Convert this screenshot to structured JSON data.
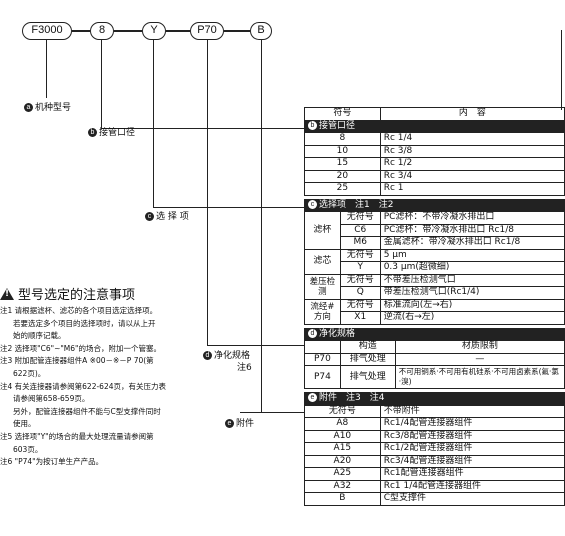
{
  "model_code": {
    "parts": [
      "F3000",
      "8",
      "Y",
      "P70",
      "B"
    ],
    "separator": "—"
  },
  "callouts": {
    "a": {
      "badge": "a",
      "label": "机种型号"
    },
    "b": {
      "badge": "b",
      "label": "接管口径"
    },
    "c": {
      "badge": "c",
      "label": "选 择 项"
    },
    "d": {
      "badge": "d",
      "label": "净化规格",
      "note": "注6"
    },
    "e": {
      "badge": "e",
      "label": "附件"
    }
  },
  "notes": {
    "title": "型号选定的注意事项",
    "items": [
      "注1 请根据滤杯、滤芯的各个项目选定选择项。",
      "若要选定多个项目的选择项时，请以从上开",
      "始的顺序记载。",
      "注2 选择项\"C6\"~\"M6\"的场合，附加一个管塞。",
      "注3 附加配管连接器组件A ※00－※－P 70(第",
      "622页)。",
      "注4 有关连接器请参阅第622-624页，有关压力表",
      "请参阅第658-659页。",
      "另外，配管连接器组件不能与C型支撑件同时",
      "使用。",
      "注5 选择项\"Y\"的场合的最大处理流量请参阅第",
      "603页。",
      "注6 \"P74\"为按订单生产产品。"
    ]
  },
  "table": {
    "header": {
      "symbol": "符号",
      "content": "内　容"
    },
    "section_b": {
      "title": "接管口径",
      "rows": [
        {
          "symbol": "8",
          "content": "Rc 1/4"
        },
        {
          "symbol": "10",
          "content": "Rc 3/8"
        },
        {
          "symbol": "15",
          "content": "Rc 1/2"
        },
        {
          "symbol": "20",
          "content": "Rc 3/4"
        },
        {
          "symbol": "25",
          "content": "Rc 1"
        }
      ]
    },
    "section_c": {
      "title": "选择项　注1　注2",
      "groups": [
        {
          "label": "滤杯",
          "rows": [
            {
              "symbol": "无符号",
              "content": "PC滤杯：不带冷凝水排出口"
            },
            {
              "symbol": "C6",
              "content": "PC滤杯：带冷凝水排出口 Rc1/8"
            },
            {
              "symbol": "M6",
              "content": "金属滤杯：带冷凝水排出口 Rc1/8"
            }
          ]
        },
        {
          "label": "滤芯",
          "rows": [
            {
              "symbol": "无符号",
              "content": "5 μm"
            },
            {
              "symbol": "Y",
              "content": "0.3 μm(超微细)"
            }
          ]
        },
        {
          "label": "差压检测",
          "rows": [
            {
              "symbol": "无符号",
              "content": "不带差压检测气口"
            },
            {
              "symbol": "Q",
              "content": "带差压检测气口(Rc1/4)"
            }
          ]
        },
        {
          "label": "流经#方向",
          "rows": [
            {
              "symbol": "无符号",
              "content": "标准流向(左→右)"
            },
            {
              "symbol": "X1",
              "content": "逆流(右→左)"
            }
          ]
        }
      ]
    },
    "section_d": {
      "title": "净化规格",
      "col_structure": "构造",
      "col_material": "材质限制",
      "rows": [
        {
          "symbol": "P70",
          "structure": "排气处理",
          "material": "—"
        },
        {
          "symbol": "P74",
          "structure": "排气处理",
          "material": "不可用铜系·不可用有机硅系·不可用卤素系(氟·氯·溴)"
        }
      ]
    },
    "section_e": {
      "title": "附件　注3　注4",
      "rows": [
        {
          "symbol": "无符号",
          "content": "不带附件"
        },
        {
          "symbol": "A8",
          "content": "Rc1/4配管连接器组件"
        },
        {
          "symbol": "A10",
          "content": "Rc3/8配管连接器组件"
        },
        {
          "symbol": "A15",
          "content": "Rc1/2配管连接器组件"
        },
        {
          "symbol": "A20",
          "content": "Rc3/4配管连接器组件"
        },
        {
          "symbol": "A25",
          "content": "Rc1配管连接器组件"
        },
        {
          "symbol": "A32",
          "content": "Rc1 1/4配管连接器组件"
        },
        {
          "symbol": "B",
          "content": "C型支撑件"
        }
      ]
    }
  }
}
